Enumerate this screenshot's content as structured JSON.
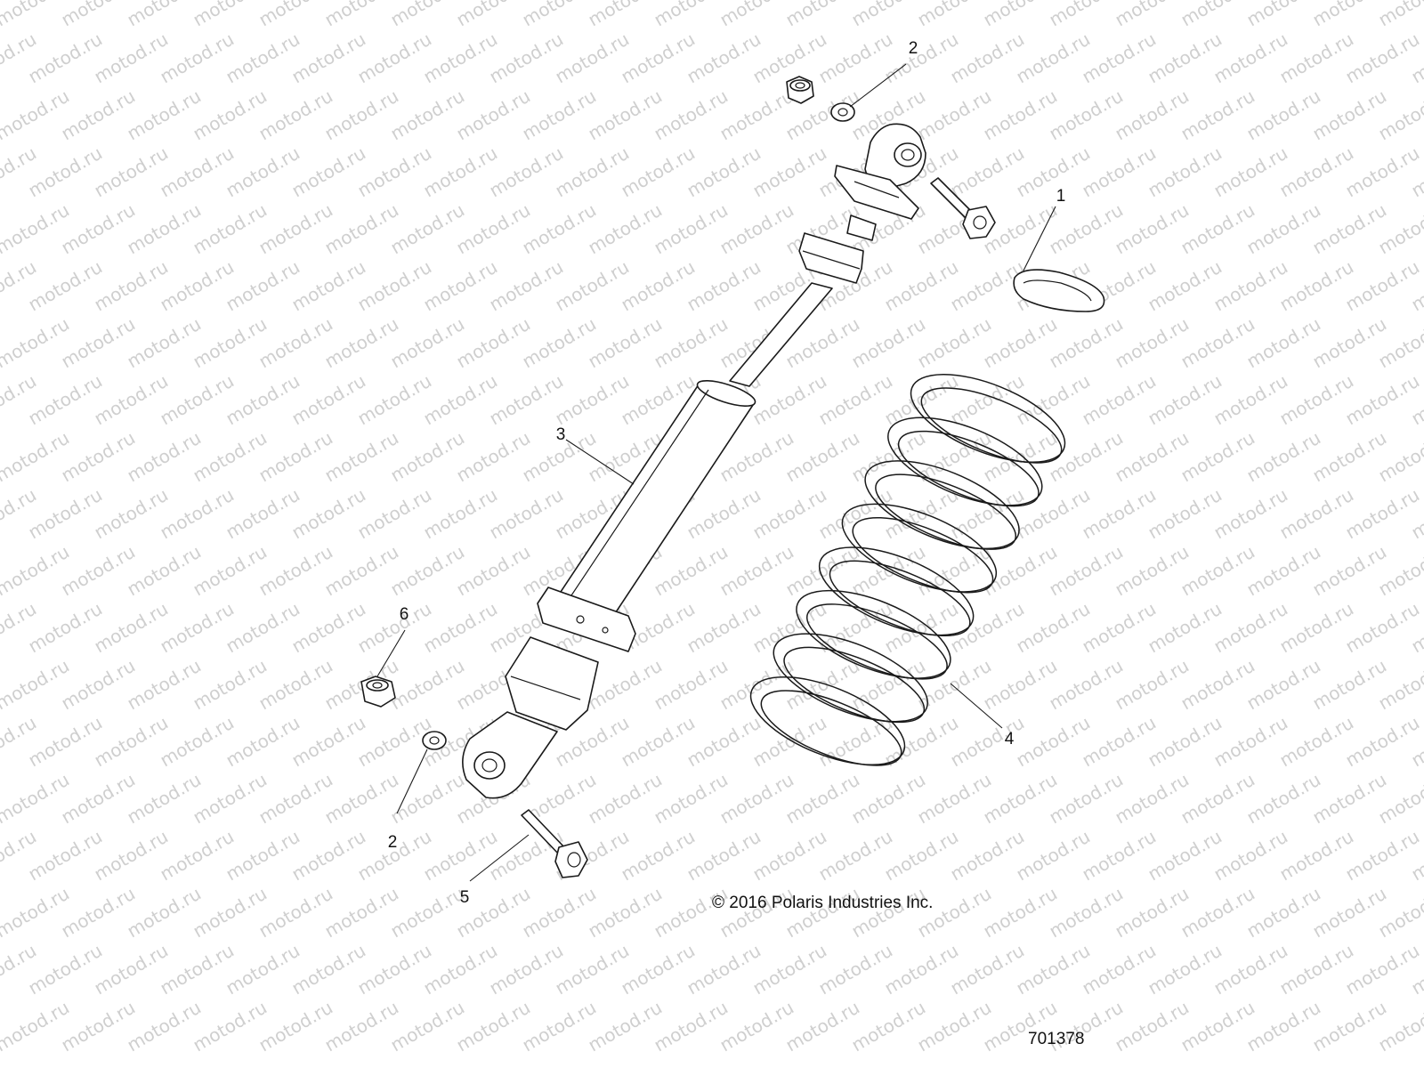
{
  "watermark": "motod.ru",
  "copyright": "© 2016 Polaris Industries Inc.",
  "doc_number": "701378",
  "callouts": [
    "1",
    "2",
    "3",
    "4",
    "2",
    "5",
    "6"
  ]
}
